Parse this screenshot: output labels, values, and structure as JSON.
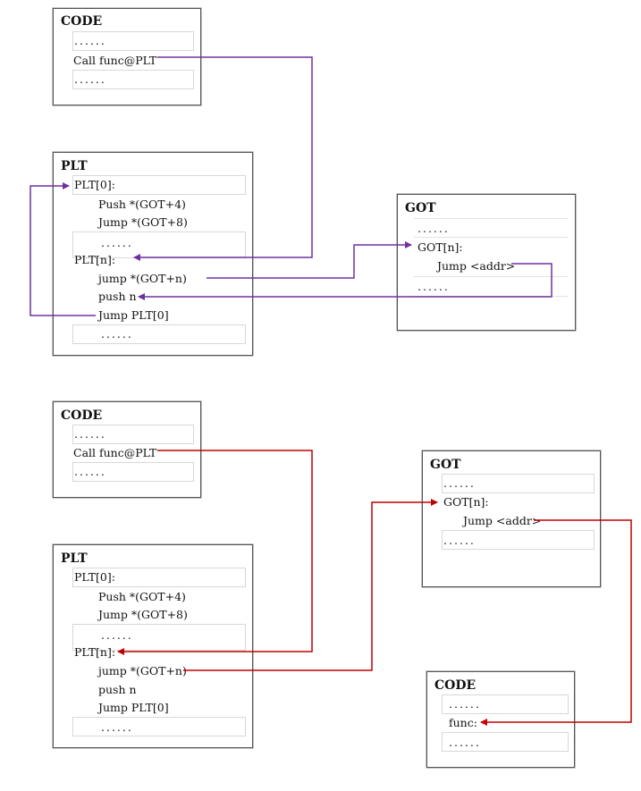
{
  "top": {
    "code": {
      "title": "CODE",
      "lines": [
        "......",
        "Call func@PLT",
        "......"
      ]
    },
    "plt": {
      "title": "PLT",
      "lines": [
        "PLT[0]:",
        "Push *(GOT+4)",
        "Jump *(GOT+8)",
        "......",
        "PLT[n]:",
        "jump *(GOT+n)",
        "push n",
        "Jump PLT[0]",
        "......"
      ]
    },
    "got": {
      "title": "GOT",
      "lines": [
        "......",
        "GOT[n]:",
        "Jump <addr>",
        "......"
      ]
    },
    "arrow_color": "#7030a0"
  },
  "bottom": {
    "code": {
      "title": "CODE",
      "lines": [
        "......",
        "Call func@PLT",
        "......"
      ]
    },
    "plt": {
      "title": "PLT",
      "lines": [
        "PLT[0]:",
        "Push *(GOT+4)",
        "Jump *(GOT+8)",
        "......",
        "PLT[n]:",
        "jump *(GOT+n)",
        "push n",
        "Jump PLT[0]",
        "......"
      ]
    },
    "got": {
      "title": "GOT",
      "lines": [
        "......",
        "GOT[n]:",
        "Jump <addr>",
        "......"
      ]
    },
    "code2": {
      "title": "CODE",
      "lines": [
        "......",
        "func:",
        "......"
      ]
    },
    "arrow_color": "#c00000"
  }
}
